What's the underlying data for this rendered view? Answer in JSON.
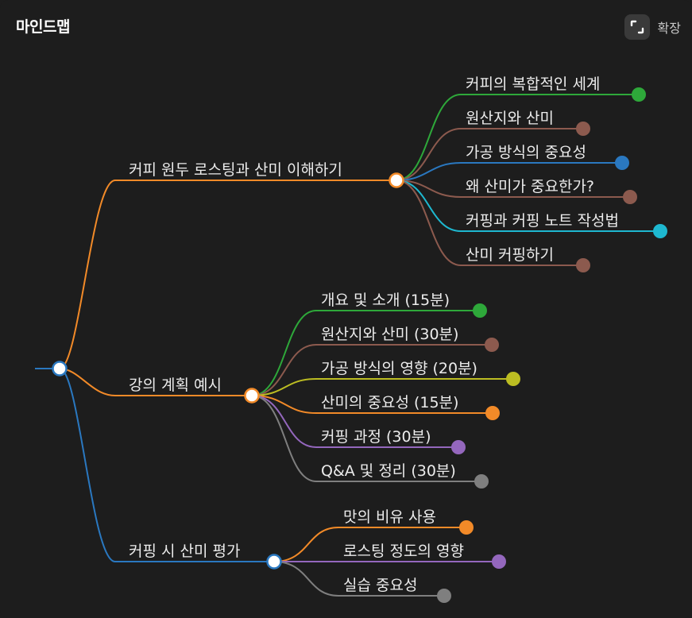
{
  "header": {
    "title": "마인드맵",
    "expand_label": "확장",
    "expand_icon": "expand-icon"
  },
  "mindmap": {
    "branches": [
      {
        "label": "커피 원두 로스팅과 산미 이해하기",
        "color": "#f28a28",
        "children": [
          {
            "label": "커피의 복합적인 세계",
            "color": "#2ea83a"
          },
          {
            "label": "원산지와 산미",
            "color": "#8c5a4e"
          },
          {
            "label": "가공 방식의 중요성",
            "color": "#2a78c0"
          },
          {
            "label": "왜 산미가 중요한가?",
            "color": "#8c5a4e"
          },
          {
            "label": "커핑과 커핑 노트 작성법",
            "color": "#1eb8d0"
          },
          {
            "label": "산미 커핑하기",
            "color": "#8c5a4e"
          }
        ]
      },
      {
        "label": "강의 계획 예시",
        "color": "#f28a28",
        "children": [
          {
            "label": "개요 및 소개 (15분)",
            "color": "#2ea83a"
          },
          {
            "label": "원산지와 산미 (30분)",
            "color": "#8c5a4e"
          },
          {
            "label": "가공 방식의 영향 (20분)",
            "color": "#bcbd22"
          },
          {
            "label": "산미의 중요성 (15분)",
            "color": "#f28a28"
          },
          {
            "label": "커핑 과정 (30분)",
            "color": "#9467bd"
          },
          {
            "label": "Q&A 및 정리 (30분)",
            "color": "#7f7f7f"
          }
        ]
      },
      {
        "label": "커핑 시 산미 평가",
        "color": "#2a78c0",
        "children": [
          {
            "label": "맛의 비유 사용",
            "color": "#f28a28"
          },
          {
            "label": "로스팅 정도의 영향",
            "color": "#9467bd"
          },
          {
            "label": "실습 중요성",
            "color": "#7f7f7f"
          }
        ]
      }
    ]
  }
}
